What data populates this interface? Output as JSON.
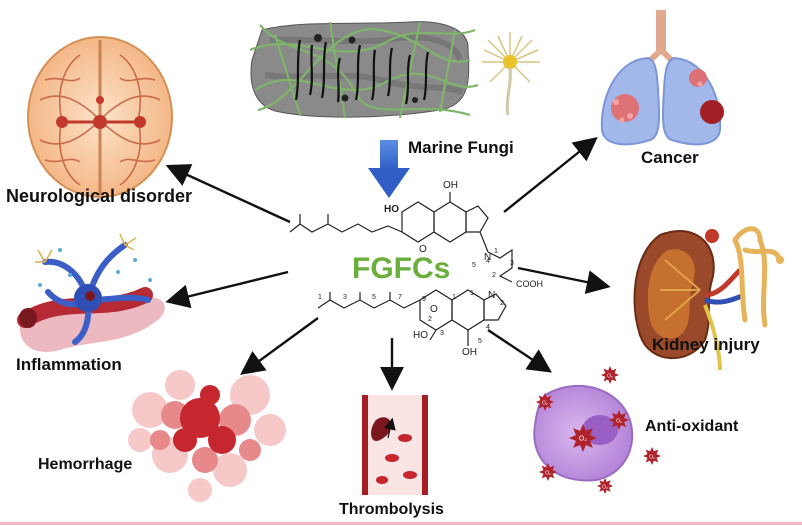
{
  "center_label": "FGFCs",
  "source": {
    "label": "Marine Fungi"
  },
  "targets": [
    {
      "id": "neuro",
      "label": "Neurological disorder"
    },
    {
      "id": "inflam",
      "label": "Inflammation"
    },
    {
      "id": "hemo",
      "label": "Hemorrhage"
    },
    {
      "id": "thrombo",
      "label": "Thrombolysis"
    },
    {
      "id": "antiox",
      "label": "Anti-oxidant"
    },
    {
      "id": "kidney",
      "label": "Kidney injury"
    },
    {
      "id": "cancer",
      "label": "Cancer"
    }
  ],
  "structure_labels": {
    "oh_top": "OH",
    "ho_top": "HO",
    "n_top": "N",
    "cooh": "COOH",
    "n_bottom": "N",
    "o_top": "O",
    "o_bottom": "O",
    "ho_bottom": "HO",
    "oh_bottom": "OH",
    "numbers": [
      "1",
      "2",
      "3",
      "4",
      "5",
      "1",
      "3",
      "5",
      "7",
      "9",
      "1",
      "2",
      "3",
      "4",
      "5",
      "2",
      "1"
    ]
  },
  "o2_badge": "O₂",
  "colors": {
    "arrow": "#111111",
    "source_arrow": "#3b6fd0",
    "center_text": "#6aaf3c",
    "baseline": "#f2b9c8"
  }
}
